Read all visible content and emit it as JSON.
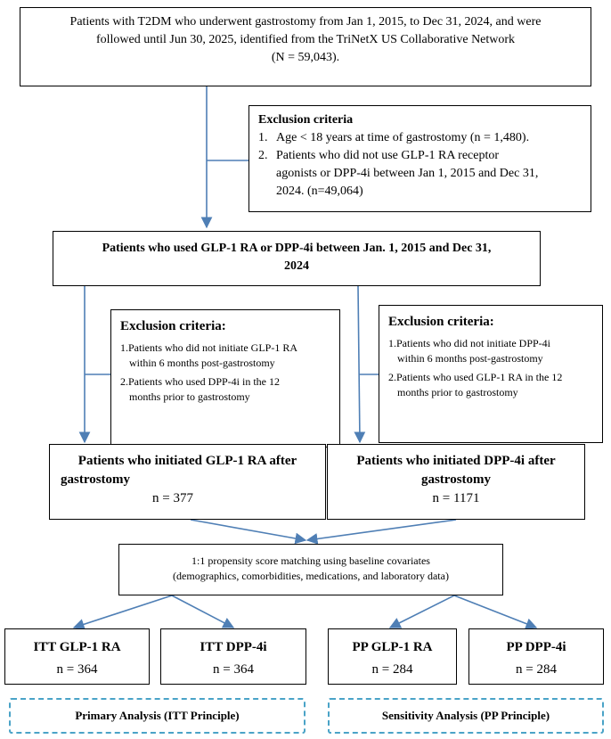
{
  "top_box": {
    "line1": "Patients with T2DM who underwent gastrostomy from Jan 1, 2015, to Dec 31, 2024, and were",
    "line2": "followed until Jun 30, 2025, identified from the TriNetX US Collaborative Network",
    "line3": "(N = 59,043)."
  },
  "exclusion1": {
    "title": "Exclusion criteria",
    "item1_num": "1.",
    "item1": "Age < 18 years at time of gastrostomy (n = 1,480).",
    "item2_num": "2.",
    "item2_l1": "Patients who did not use GLP-1 RA receptor",
    "item2_l2": "agonists or DPP-4i between Jan 1, 2015 and Dec 31,",
    "item2_l3": "2024. (n=49,064)"
  },
  "used_box": {
    "line1": "Patients who used GLP-1 RA or DPP-4i between Jan. 1, 2015 and Dec 31,",
    "line2": "2024"
  },
  "exclusion_left": {
    "title": "Exclusion criteria:",
    "item1_l1": "1.Patients who did not initiate GLP-1 RA",
    "item1_l2": "within 6 months post-gastrostomy",
    "item2_l1": "2.Patients who used DPP-4i in the 12",
    "item2_l2": "months prior to gastrostomy"
  },
  "exclusion_right": {
    "title": "Exclusion criteria:",
    "item1_l1": "1.Patients who did not initiate DPP-4i",
    "item1_l2": "within 6 months post-gastrostomy",
    "item2_l1": "2.Patients who used GLP-1 RA in the 12",
    "item2_l2": "months prior to gastrostomy"
  },
  "glp_box": {
    "line1": "Patients who initiated GLP-1 RA after",
    "line2": "gastrostomy",
    "count": "n = 377"
  },
  "dpp_box": {
    "line1": "Patients who initiated DPP-4i after",
    "line2": "gastrostomy",
    "count": "n = 1171"
  },
  "psm_box": {
    "line1": "1:1 propensity score matching using baseline covariates",
    "line2": "(demographics, comorbidities, medications, and laboratory data)"
  },
  "arms": [
    {
      "label": "ITT GLP-1 RA",
      "count": "n = 364"
    },
    {
      "label": "ITT DPP-4i",
      "count": "n = 364"
    },
    {
      "label": "PP GLP-1 RA",
      "count": "n = 284"
    },
    {
      "label": "PP DPP-4i",
      "count": "n = 284"
    }
  ],
  "analysis": {
    "primary": "Primary Analysis (ITT Principle)",
    "sensitivity": "Sensitivity Analysis (PP Principle)"
  },
  "colors": {
    "arrow": "#4f7fb5",
    "dashed_border": "#4aa3c7"
  }
}
